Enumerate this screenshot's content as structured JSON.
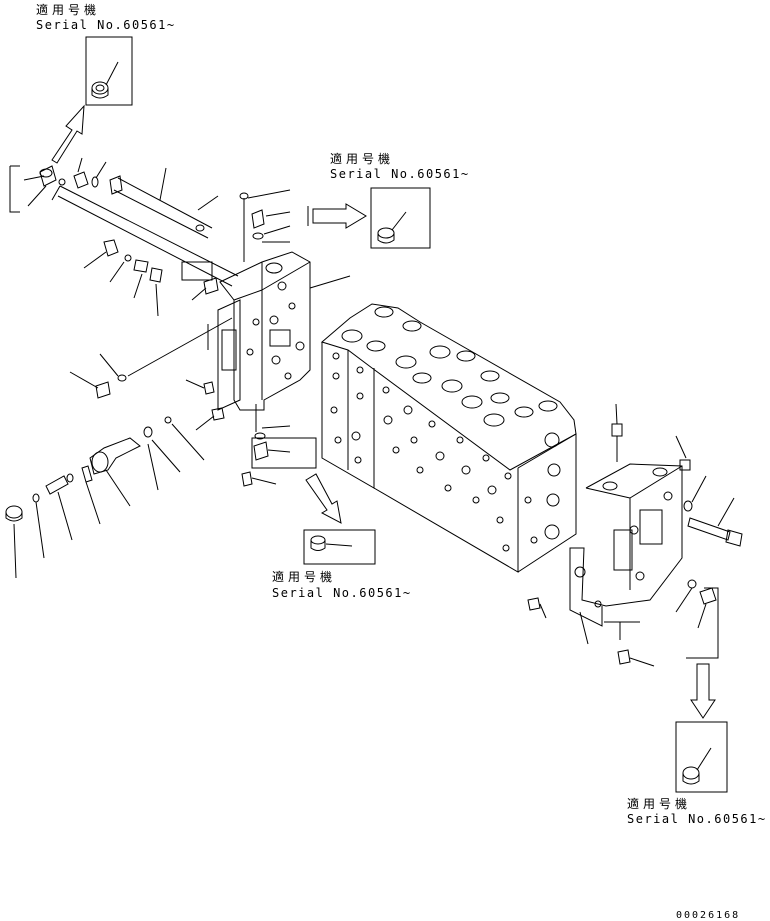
{
  "callouts": [
    {
      "applicable_units": "適用号機",
      "serial": "Serial No.60561~"
    },
    {
      "applicable_units": "適用号機",
      "serial": "Serial No.60561~"
    },
    {
      "applicable_units": "適用号機",
      "serial": "Serial No.60561~"
    },
    {
      "applicable_units": "適用号機",
      "serial": "Serial No.60561~"
    }
  ],
  "drawing_number": "00026168"
}
